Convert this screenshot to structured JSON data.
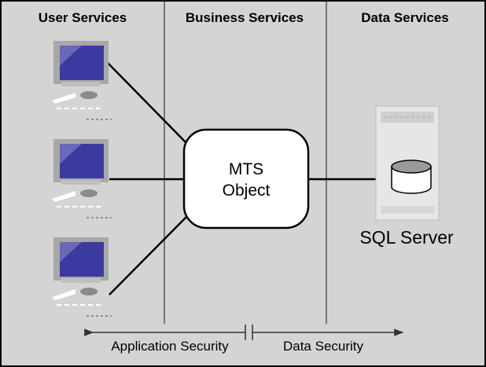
{
  "headers": {
    "user_services": "User Services",
    "business_services": "Business Services",
    "data_services": "Data Services"
  },
  "mts_object": {
    "line1": "MTS",
    "line2": "Object"
  },
  "sql_server": {
    "label": "SQL Server"
  },
  "security": {
    "application": "Application Security",
    "data": "Data Security"
  },
  "colors": {
    "background": "#d4d4d4",
    "divider": "#555555",
    "monitor_screen": "#3a3aa0",
    "monitor_frame": "#a8a8a8"
  }
}
